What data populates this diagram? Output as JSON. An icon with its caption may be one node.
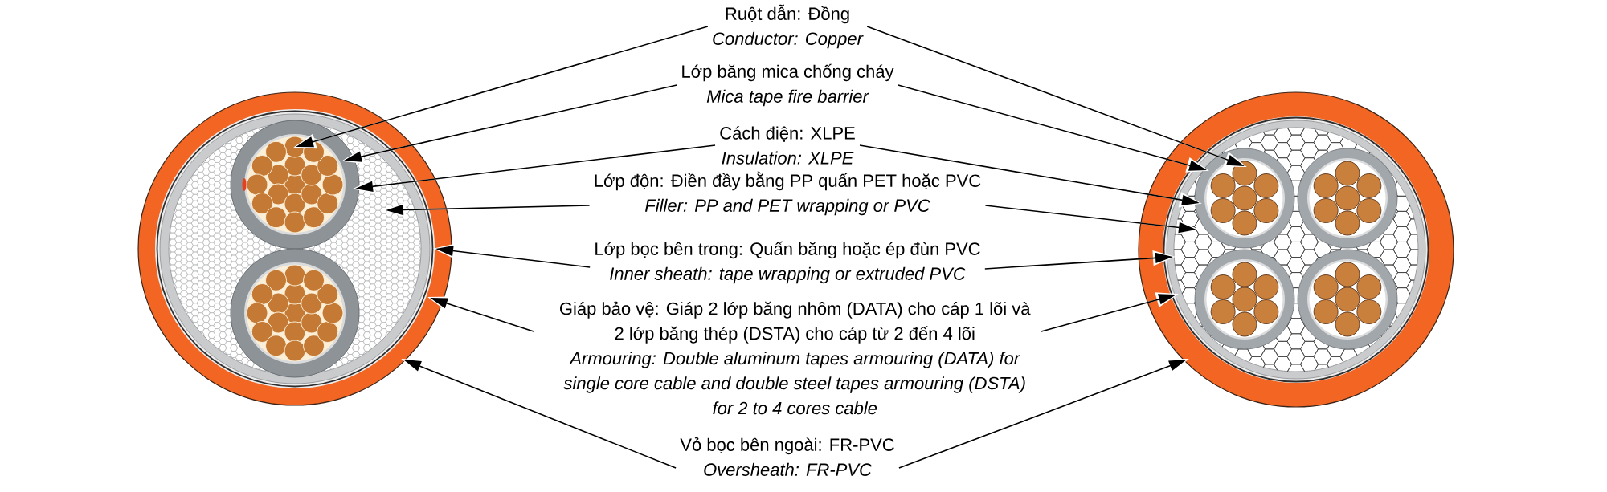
{
  "diagram": {
    "nodes": [
      {
        "text": [
          "Ruột dẫn: Đồng",
          "Conductor: Copper"
        ]
      },
      {
        "text": [
          "Lớp băng mica chống cháy",
          "Mica tape fire barrier"
        ]
      },
      {
        "text": [
          "Cách điện: XLPE",
          "Insulation: XLPE"
        ]
      },
      {
        "text": [
          "Lớp độn: Điền đầy bằng PP quấn PET hoặc PVC",
          "Filler: PP and PET wrapping or PVC"
        ]
      },
      {
        "text": [
          "Lớp bọc bên trong: Quấn băng hoặc ép đùn PVC",
          "Inner sheath: tape wrapping or extruded PVC"
        ]
      },
      {
        "text": [
          "Giáp bảo vệ: Giáp 2 lớp băng nhôm (DATA) cho cáp 1 lõi và 2 lớp băng thép (DSTA) cho cáp từ 2 đến 4 lõi",
          "Armouring: Double aluminum tapes armouring (DATA) for single core cable and double steel tapes armouring (DSTA) for 2 to 4 cores cable"
        ]
      },
      {
        "text": [
          "Vỏ bọc bên ngoài: FR-PVC",
          "Oversheath: FR-PVC"
        ]
      }
    ],
    "edges": [
      {
        "from": 0,
        "to": null,
        "arrow": "to"
      },
      {
        "from": 0,
        "to": null,
        "arrow": "to"
      },
      {
        "from": 1,
        "to": null,
        "arrow": "to"
      },
      {
        "from": 1,
        "to": null,
        "arrow": "to"
      },
      {
        "from": 2,
        "to": null,
        "arrow": "to"
      },
      {
        "from": 2,
        "to": null,
        "arrow": "to"
      },
      {
        "from": 3,
        "to": null,
        "arrow": "to"
      },
      {
        "from": 3,
        "to": null,
        "arrow": "to"
      },
      {
        "from": 4,
        "to": null,
        "arrow": "to"
      },
      {
        "from": 4,
        "to": null,
        "arrow": "to"
      },
      {
        "from": 5,
        "to": null,
        "arrow": "to"
      },
      {
        "from": 5,
        "to": null,
        "arrow": "to"
      },
      {
        "from": 6,
        "to": null,
        "arrow": "to"
      },
      {
        "from": 6,
        "to": null,
        "arrow": "to"
      }
    ]
  }
}
